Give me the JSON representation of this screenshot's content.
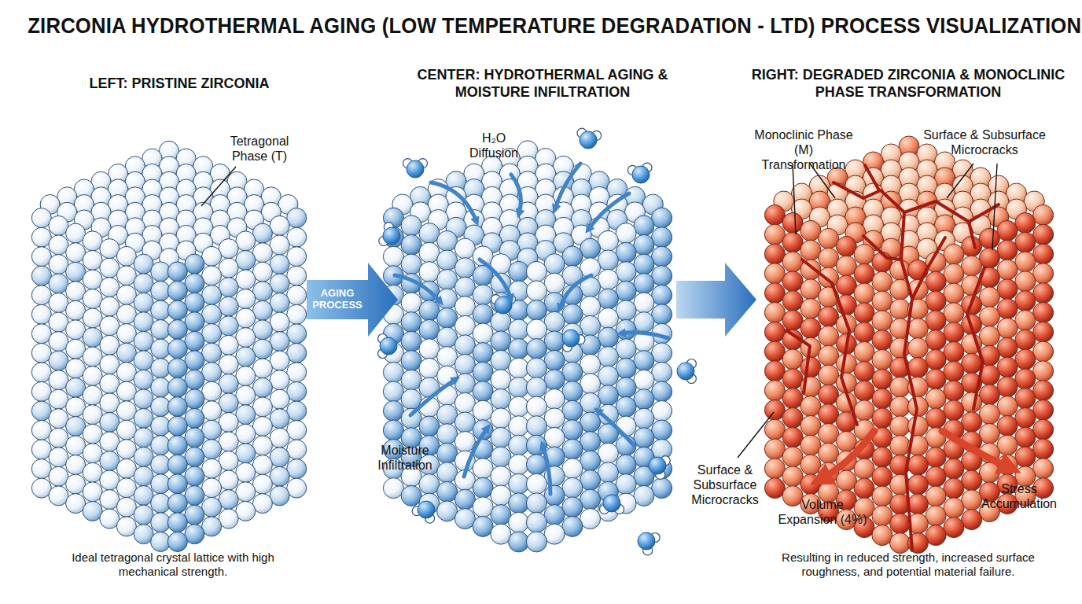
{
  "diagram": {
    "title": "ZIRCONIA HYDROTHERMAL AGING (LOW TEMPERATURE DEGRADATION - LTD) PROCESS VISUALIZATION",
    "nodes": [
      {
        "text": [
          "AGING PROCESS"
        ]
      }
    ],
    "labels": [
      "LEFT: PRISTINE ZIRCONIA",
      "CENTER: HYDROTHERMAL AGING & MOISTURE INFILTRATION",
      "RIGHT: DEGRADED ZIRCONIA & MONOCLINIC PHASE TRANSFORMATION",
      "Tetragonal Phase (T)",
      "H₂O Diffusion",
      "Moisture Infiltration",
      "Monoclinic Phase (M) Transformation",
      "Surface & Subsurface Microcracks",
      "Surface & Subsurface Microcracks",
      "Volume Expansion (4%)",
      "Stress Accumulation",
      "Ideal tetragonal crystal lattice with high mechanical strength.",
      "Resulting in reduced strength, increased surface roughness, and potential material failure."
    ]
  }
}
